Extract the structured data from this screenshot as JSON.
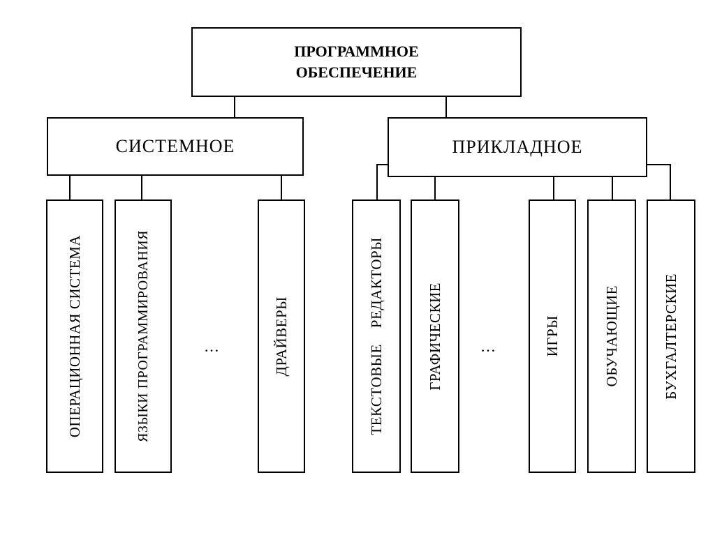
{
  "root": {
    "line1": "ПРОГРАММНОЕ",
    "line2": "ОБЕСПЕЧЕНИЕ"
  },
  "branches": {
    "system": "СИСТЕМНОЕ",
    "applied": "ПРИКЛАДНОЕ"
  },
  "system_items": {
    "os": "ОПЕРАЦИОННАЯ СИСТЕМА",
    "languages": "ЯЗЫКИ ПРОГРАММИРОВАНИЯ",
    "ellipsis": "…",
    "drivers": "ДРАЙВЕРЫ"
  },
  "applied_items": {
    "text_editors": "ТЕКСТОВЫЕ    РЕДАКТОРЫ",
    "graphic": "ГРАФИЧЕСКИЕ",
    "ellipsis": "…",
    "games": "ИГРЫ",
    "educational": "ОБУЧАЮЩИЕ",
    "accounting": "БУХГАЛТЕРСКИЕ"
  },
  "colors": {
    "line": "#000000",
    "background": "#ffffff"
  }
}
